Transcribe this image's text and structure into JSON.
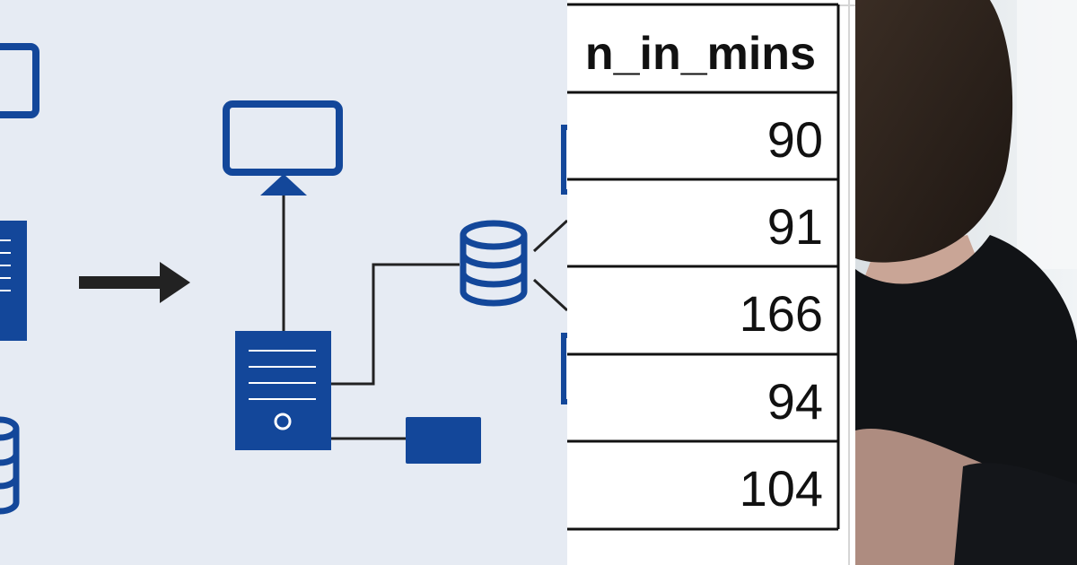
{
  "table": {
    "header": "n_in_mins",
    "rows": [
      "90",
      "91",
      "166",
      "94",
      "104"
    ]
  },
  "colors": {
    "diagram_background": "#e6ebf3",
    "diagram_blue": "#13479a",
    "diagram_line": "#222222",
    "table_border": "#111111",
    "photo_background": "#e8ecef",
    "shirt": "#111316",
    "hair": "#2b211b",
    "skin": "#c9a596"
  },
  "icons": [
    "monitor-icon",
    "server-icon",
    "database-icon",
    "device-icon",
    "arrow-right-icon"
  ]
}
